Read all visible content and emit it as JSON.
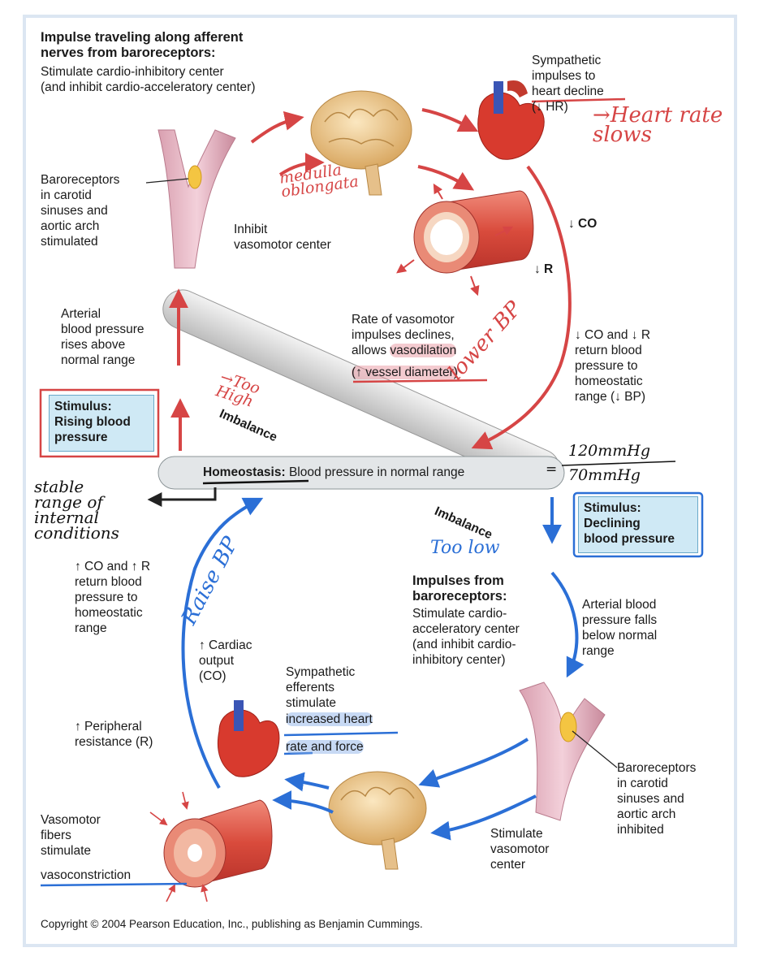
{
  "top_left": {
    "heading": "Impulse traveling along afferent\nnerves from baroreceptors:",
    "body": "Stimulate cardio-inhibitory center\n(and inhibit cardio-acceleratory center)"
  },
  "baro_top": "Baroreceptors\nin carotid\nsinuses and\naortic arch\nstimulated",
  "inhibit_vasomotor": "Inhibit\nvasomotor center",
  "sympathetic_top": "Sympathetic\nimpulses to",
  "heart_decline": "heart decline",
  "hr_down": "(↓ HR)",
  "co_down": "↓ CO",
  "r_down": "↓ R",
  "vasomotor_rate": "Rate of vasomotor\nimpulses declines,\nallows ",
  "vasodilation": "vasodilation",
  "vessel_diameter": "(↑ vessel diameter)",
  "return_top": "↓ CO and ↓ R\nreturn blood\npressure to\nhomeostatic\nrange (↓ BP)",
  "arterial_rises": "Arterial\nblood pressure\nrises above\nnormal range",
  "stimulus_rising": "Stimulus:\nRising blood\npressure",
  "imbalance_top": "Imbalance",
  "homeostasis_label": "Homeostasis:",
  "homeostasis_text": " Blood pressure in normal range",
  "imbalance_bottom": "Imbalance",
  "stimulus_declining": "Stimulus:\nDeclining\nblood pressure",
  "impulses_bottom_heading": "Impulses from\nbaroreceptors:",
  "impulses_bottom_body": "Stimulate cardio-\nacceleratory center\n(and inhibit cardio-\ninhibitory center)",
  "arterial_falls": "Arterial blood\npressure falls\nbelow normal\nrange",
  "return_bottom": "↑ CO and ↑ R\nreturn blood\npressure to\nhomeostatic\nrange",
  "cardiac_output": "↑ Cardiac\noutput\n(CO)",
  "sympathetic_bottom": "Sympathetic\nefferents\nstimulate",
  "increased_heart": "increased heart",
  "rate_force": "rate and force",
  "peripheral": "↑ Peripheral\nresistance (R)",
  "baro_bottom": "Baroreceptors\nin carotid\nsinuses and\naortic arch\ninhibited",
  "stimulate_vasomotor": "Stimulate\nvasomotor\ncenter",
  "vasomotor_fibers": "Vasomotor\nfibers\nstimulate",
  "vasoconstriction": "vasoconstriction",
  "copyright": "Copyright © 2004 Pearson Education, Inc., publishing as Benjamin Cummings.",
  "handwriting": {
    "heart_rate_slows": "→Heart rate\nslows",
    "medulla": "medulla\noblongata",
    "lower_bp": "lower BP",
    "too_high": "→Too\nHigh",
    "bp_value": "120mmHg\n70mmHg",
    "equals": "=",
    "stable_range": "stable\nrange of\ninternal\nconditions",
    "too_low": "Too low",
    "raise_bp": "Raise BP"
  },
  "colors": {
    "red_ink": "#d64545",
    "blue_ink": "#2b6fd6",
    "stimulus_box": "#cfe9f5"
  }
}
